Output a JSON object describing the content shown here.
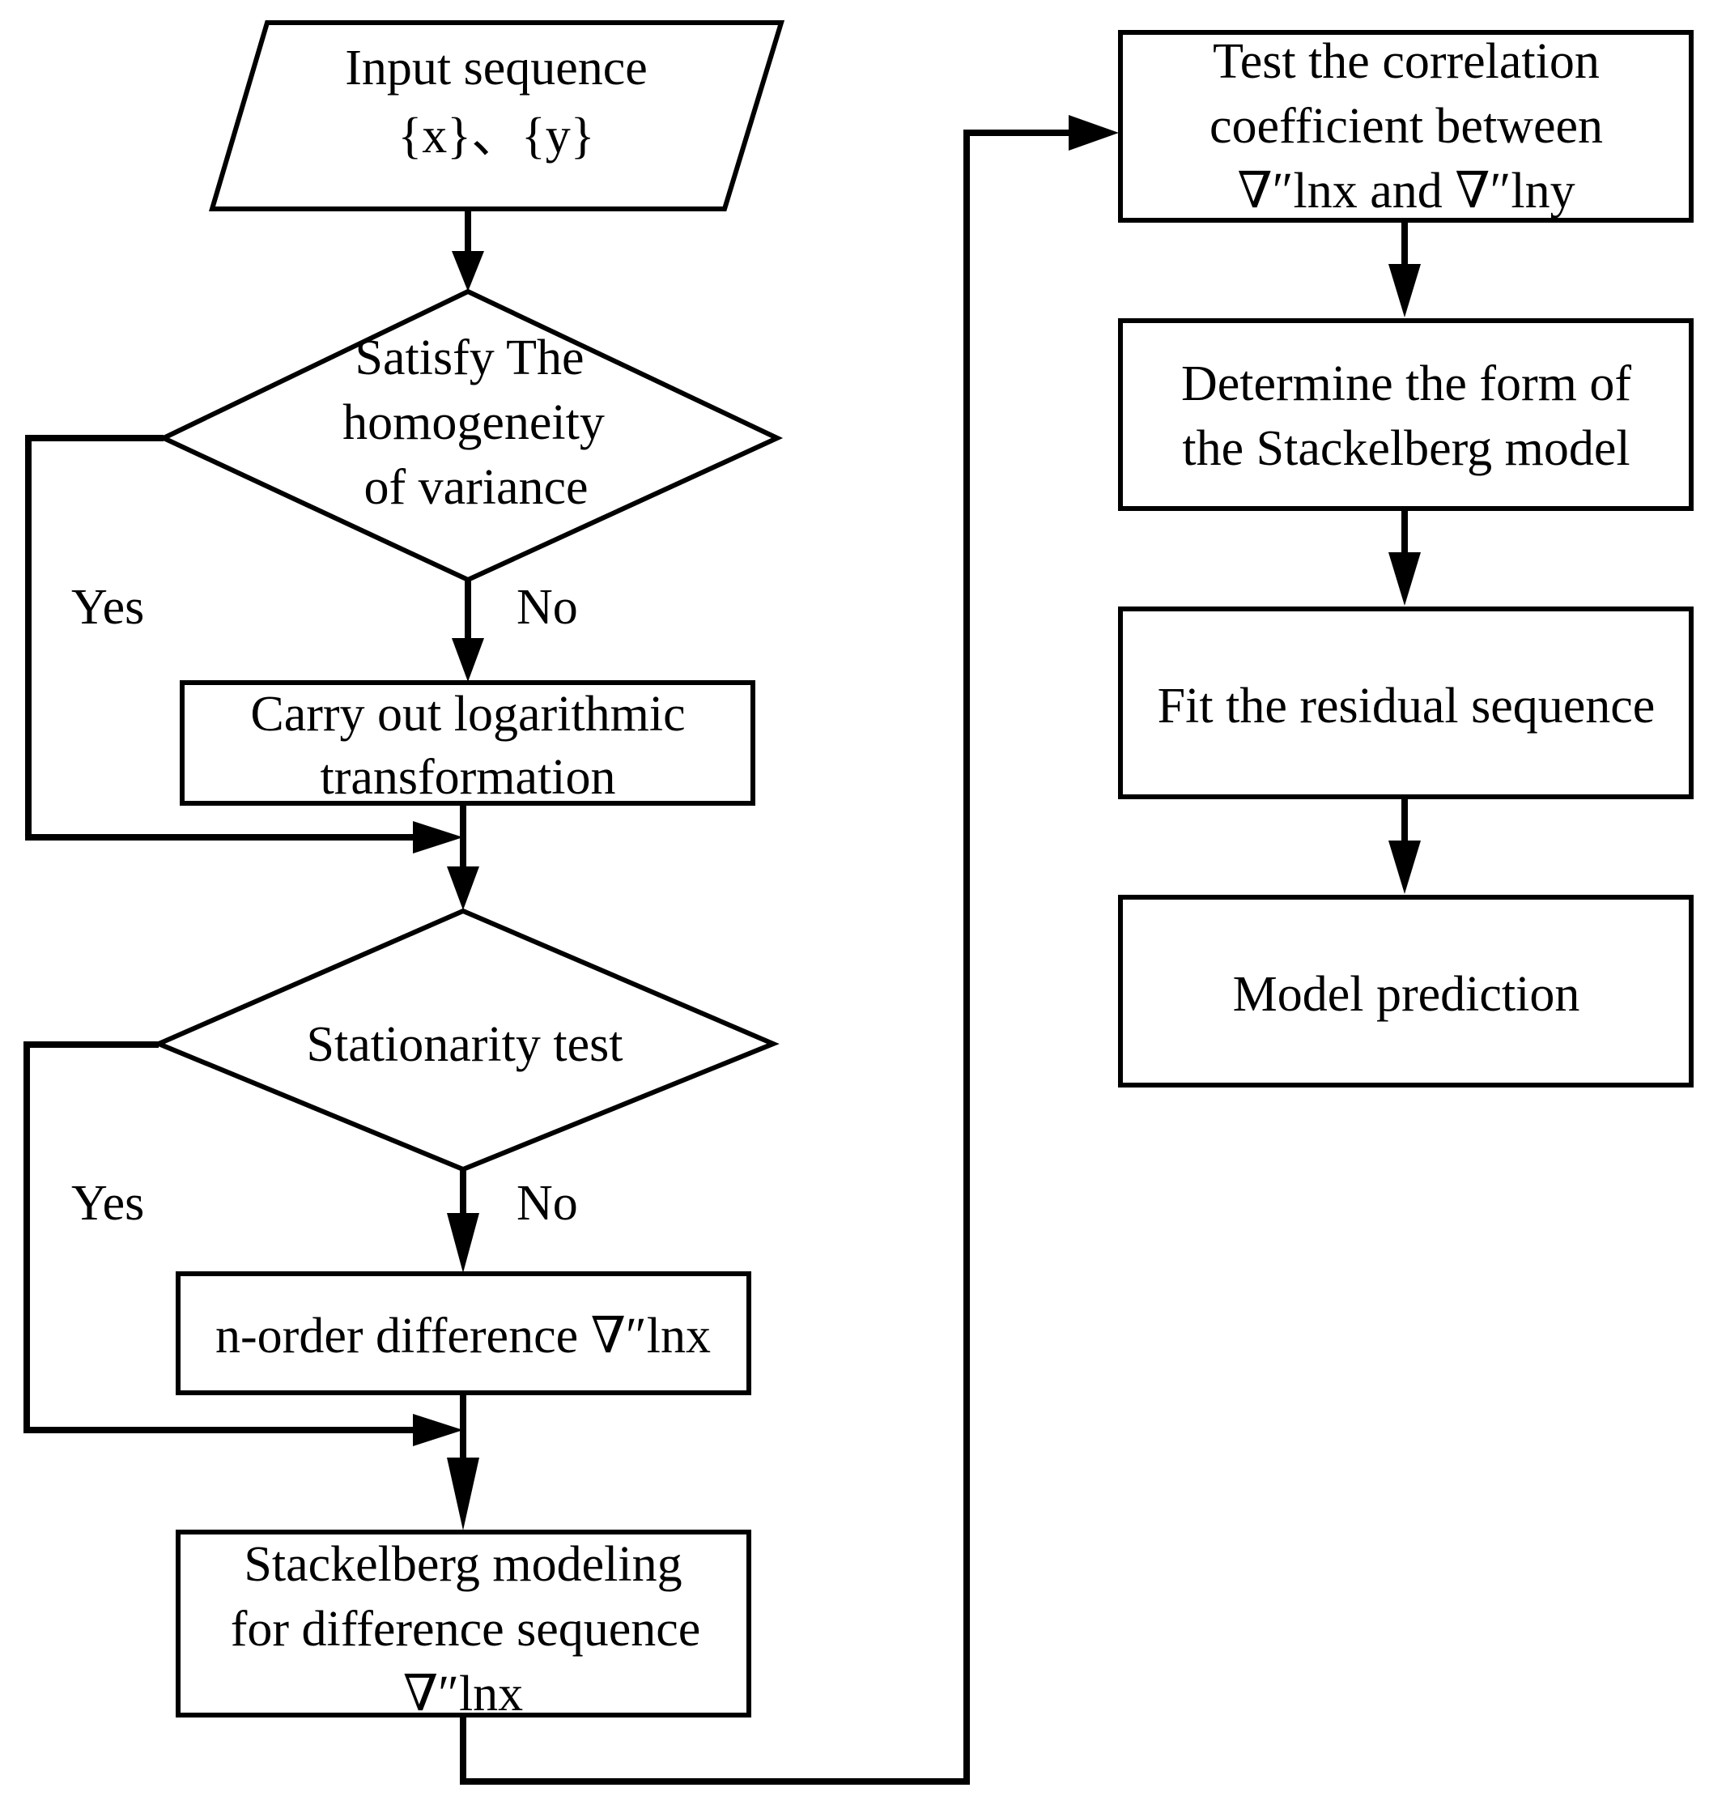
{
  "nodes": {
    "input": {
      "lines": [
        "Input sequence",
        "{x}、{y}"
      ]
    },
    "homogeneity": {
      "lines": [
        "Satisfy The",
        "homogeneity",
        "of variance"
      ]
    },
    "logtransform": {
      "lines": [
        "Carry out logarithmic",
        "transformation"
      ]
    },
    "stationarity": {
      "lines": [
        "Stationarity test"
      ]
    },
    "difference": {
      "lines": [
        "n-order difference ∇″lnx"
      ]
    },
    "stackelberg_modeling": {
      "lines": [
        "Stackelberg modeling",
        "for difference sequence",
        "∇″lnx"
      ]
    },
    "correlation": {
      "lines": [
        "Test the correlation",
        "coefficient between",
        "∇″lnx and ∇″lny"
      ]
    },
    "model_form": {
      "lines": [
        "Determine the form of",
        "the Stackelberg model"
      ]
    },
    "residual": {
      "lines": [
        "Fit the residual sequence"
      ]
    },
    "prediction": {
      "lines": [
        "Model prediction"
      ]
    }
  },
  "edge_labels": {
    "homogeneity_yes": "Yes",
    "homogeneity_no": "No",
    "stationarity_yes": "Yes",
    "stationarity_no": "No"
  }
}
